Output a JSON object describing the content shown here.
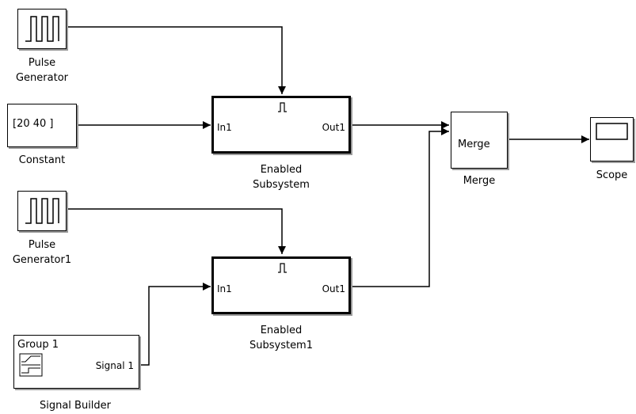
{
  "blocks": {
    "pulse_generator": {
      "label_line1": "Pulse",
      "label_line2": "Generator",
      "icon": "pulse-wave-icon"
    },
    "constant": {
      "value": "[20 40 ]",
      "label": "Constant"
    },
    "enabled_subsystem": {
      "in_port": "In1",
      "out_port": "Out1",
      "label_line1": "Enabled",
      "label_line2": "Subsystem",
      "icon": "enable-port-icon"
    },
    "pulse_generator1": {
      "label_line1": "Pulse",
      "label_line2": "Generator1",
      "icon": "pulse-wave-icon"
    },
    "signal_builder": {
      "group": "Group 1",
      "signal": "Signal 1",
      "label": "Signal Builder",
      "icon": "signal-plot-icon"
    },
    "enabled_subsystem1": {
      "in_port": "In1",
      "out_port": "Out1",
      "label_line1": "Enabled",
      "label_line2": "Subsystem1",
      "icon": "enable-port-icon"
    },
    "merge": {
      "text": "Merge",
      "label": "Merge"
    },
    "scope": {
      "label": "Scope",
      "icon": "scope-screen-icon"
    }
  },
  "colors": {
    "line": "#000000",
    "shadow": "#9a9a9a",
    "background": "#ffffff"
  }
}
